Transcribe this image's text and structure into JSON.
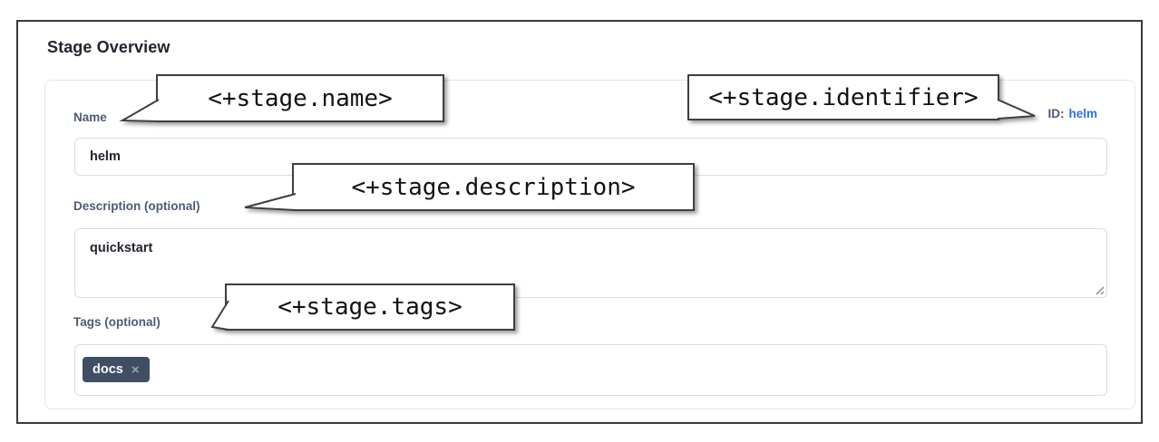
{
  "heading": "Stage Overview",
  "panel": {
    "name_field": {
      "label": "Name",
      "value": "helm"
    },
    "identifier": {
      "label": "ID:",
      "value": "helm"
    },
    "description_field": {
      "label": "Description (optional)",
      "value": "quickstart"
    },
    "tags_field": {
      "label": "Tags (optional)",
      "remove_glyph": "×",
      "tags": [
        {
          "label": "docs"
        }
      ]
    }
  },
  "callouts": [
    {
      "target": "name",
      "text": "<+stage.name>"
    },
    {
      "target": "identifier",
      "text": "<+stage.identifier>"
    },
    {
      "target": "description",
      "text": "<+stage.description>"
    },
    {
      "target": "tags",
      "text": "<+stage.tags>"
    }
  ],
  "colors": {
    "frame_border": "#3a3a3a",
    "panel_border": "#e3e6ee",
    "heading_text": "#22242f",
    "label_text": "#4d5b76",
    "id_link_blue": "#2e6fe8",
    "input_border": "#d9dce4",
    "input_text": "#23252d",
    "tag_chip_bg": "#3f4e63",
    "tag_chip_text": "#fcfdfe",
    "tag_remove": "#95a4b6",
    "callout_border": "#3f3f3f"
  }
}
